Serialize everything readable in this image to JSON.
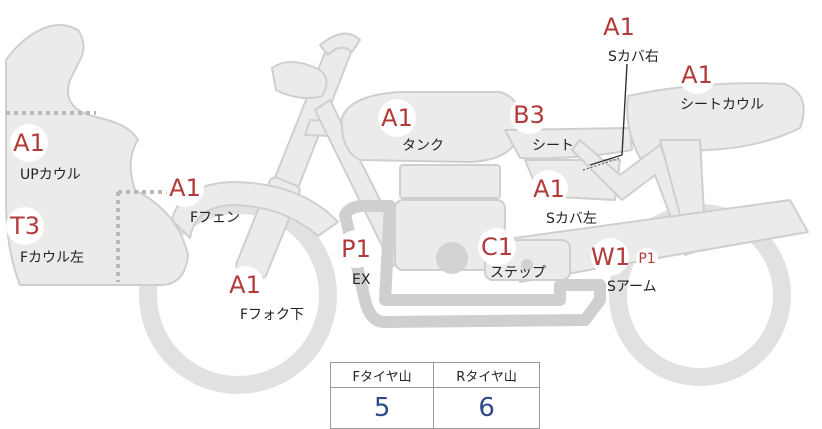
{
  "parts": [
    {
      "id": "s-cover-right",
      "name": "Sカバ右",
      "grade": "A1"
    },
    {
      "id": "seat-cowl",
      "name": "シートカウル",
      "grade": "A1"
    },
    {
      "id": "tank",
      "name": "タンク",
      "grade": "A1"
    },
    {
      "id": "seat",
      "name": "シート",
      "grade": "B3"
    },
    {
      "id": "up-cowl",
      "name": "UPカウル",
      "grade": "A1"
    },
    {
      "id": "f-fender",
      "name": "Fフェン",
      "grade": "A1"
    },
    {
      "id": "s-cover-left",
      "name": "Sカバ左",
      "grade": "A1"
    },
    {
      "id": "f-cowl-left",
      "name": "Fカウル左",
      "grade": "T3"
    },
    {
      "id": "ex",
      "name": "EX",
      "grade": "P1"
    },
    {
      "id": "step",
      "name": "ステップ",
      "grade": "C1"
    },
    {
      "id": "s-arm",
      "name": "Sアーム",
      "grade": "W1",
      "extra_grade": "P1"
    },
    {
      "id": "f-fork-lower",
      "name": "Fフォク下",
      "grade": "A1"
    }
  ],
  "tire_table": {
    "headers": [
      "Fタイヤ山",
      "Rタイヤ山"
    ],
    "values": [
      "5",
      "6"
    ]
  },
  "colors": {
    "body_fill": "#ebebe9",
    "outline": "#cfcfcd",
    "grade_text": "#b23a3a",
    "value_text": "#2b4b8c"
  }
}
